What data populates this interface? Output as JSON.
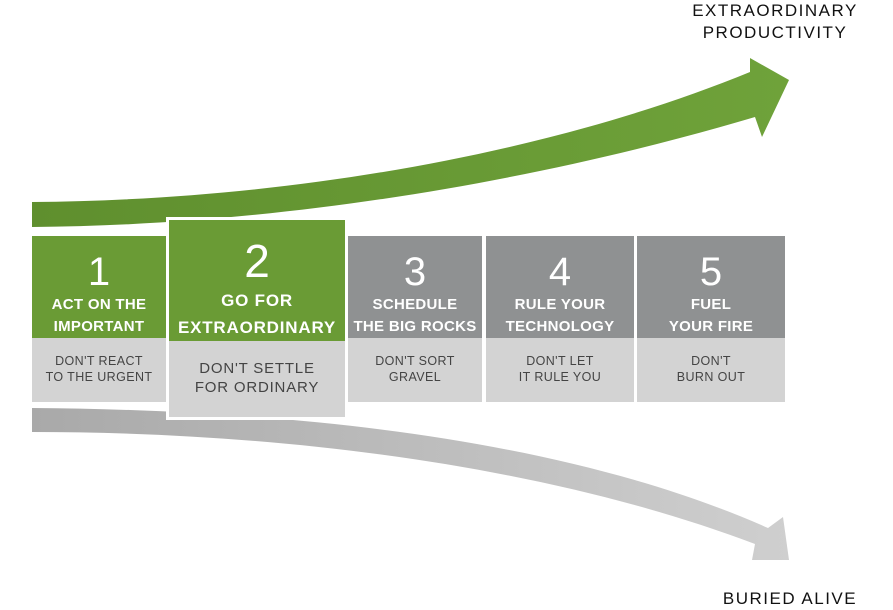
{
  "top_label": {
    "line1": "EXTRAORDINARY",
    "line2": "PRODUCTIVITY"
  },
  "bottom_label": "BURIED ALIVE",
  "colors": {
    "green": "#6a9b35",
    "gray_head": "#8f9192",
    "gray_foot": "#d3d3d3",
    "arrow_gray": "#c4c4c4"
  },
  "steps": [
    {
      "number": "1",
      "title_line1": "ACT ON THE",
      "title_line2": "IMPORTANT",
      "sub_line1": "DON'T REACT",
      "sub_line2": "TO THE URGENT"
    },
    {
      "number": "2",
      "title_line1": "GO FOR",
      "title_line2": "EXTRAORDINARY",
      "sub_line1": "DON'T SETTLE",
      "sub_line2": "FOR ORDINARY"
    },
    {
      "number": "3",
      "title_line1": "SCHEDULE",
      "title_line2": "THE BIG ROCKS",
      "sub_line1": "DON'T SORT",
      "sub_line2": "GRAVEL"
    },
    {
      "number": "4",
      "title_line1": "RULE YOUR",
      "title_line2": "TECHNOLOGY",
      "sub_line1": "DON'T LET",
      "sub_line2": "IT RULE YOU"
    },
    {
      "number": "5",
      "title_line1": "FUEL",
      "title_line2": "YOUR FIRE",
      "sub_line1": "DON'T",
      "sub_line2": "BURN OUT"
    }
  ]
}
